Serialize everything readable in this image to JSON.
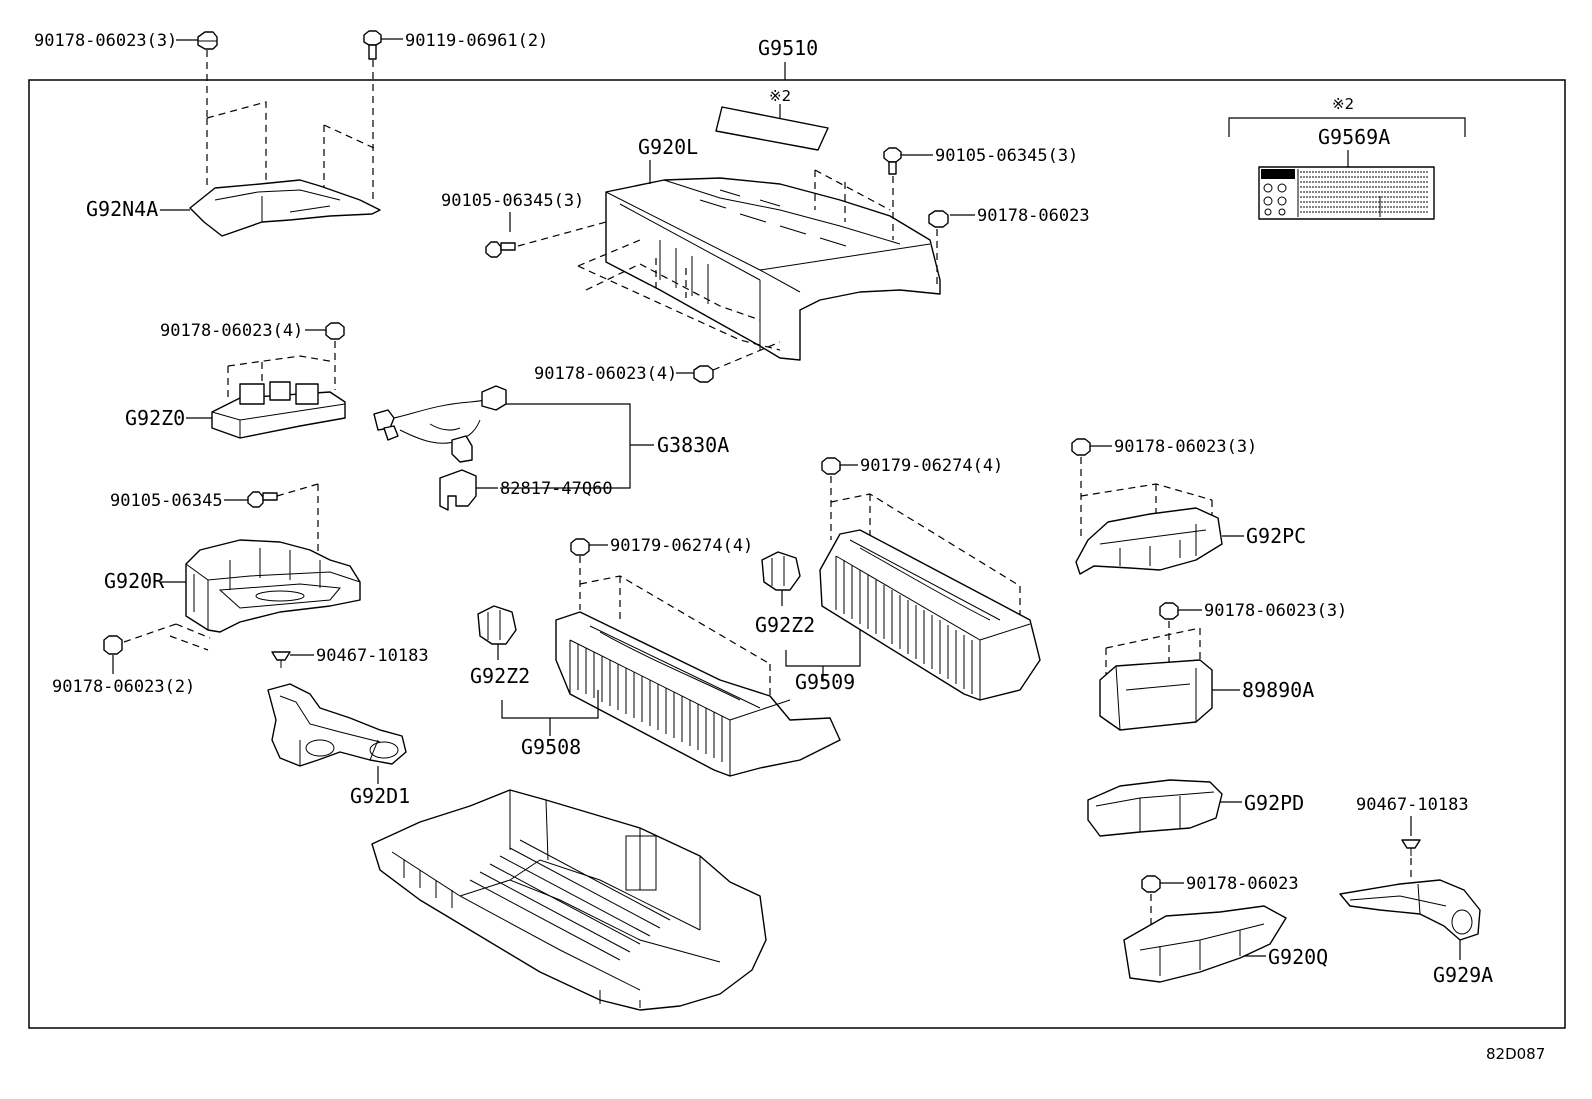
{
  "diagram": {
    "ref_code": "82D087",
    "frame_label": "G9510",
    "note_symbol": "※2",
    "labels": {
      "n90178_06023_3_top": "90178-06023(3)",
      "n90119_06961_2": "90119-06961(2)",
      "G92N4A": "G92N4A",
      "G920L": "G920L",
      "n90105_06345_3_a": "90105-06345(3)",
      "n90105_06345_3_b": "90105-06345(3)",
      "n90178_06023_right": "90178-06023",
      "G9569A": "G9569A",
      "n90178_06023_4_a": "90178-06023(4)",
      "n90178_06023_4_b": "90178-06023(4)",
      "G92Z0": "G92Z0",
      "G3830A": "G3830A",
      "n82817_47Q60": "82817-47Q60",
      "n90105_06345": "90105-06345",
      "G920R": "G920R",
      "n90178_06023_2": "90178-06023(2)",
      "n90467_10183_a": "90467-10183",
      "G92D1": "G92D1",
      "n90179_06274_4_a": "90179-06274(4)",
      "n90179_06274_4_b": "90179-06274(4)",
      "G92Z2_a": "G92Z2",
      "G92Z2_b": "G92Z2",
      "G9508": "G9508",
      "G9509": "G9509",
      "n90178_06023_3_b": "90178-06023(3)",
      "G92PC": "G92PC",
      "n90178_06023_3_c": "90178-06023(3)",
      "n89890A": "89890A",
      "G92PD": "G92PD",
      "n90467_10183_b": "90467-10183",
      "n90178_06023_bottom": "90178-06023",
      "G920Q": "G920Q",
      "G929A": "G929A"
    }
  }
}
